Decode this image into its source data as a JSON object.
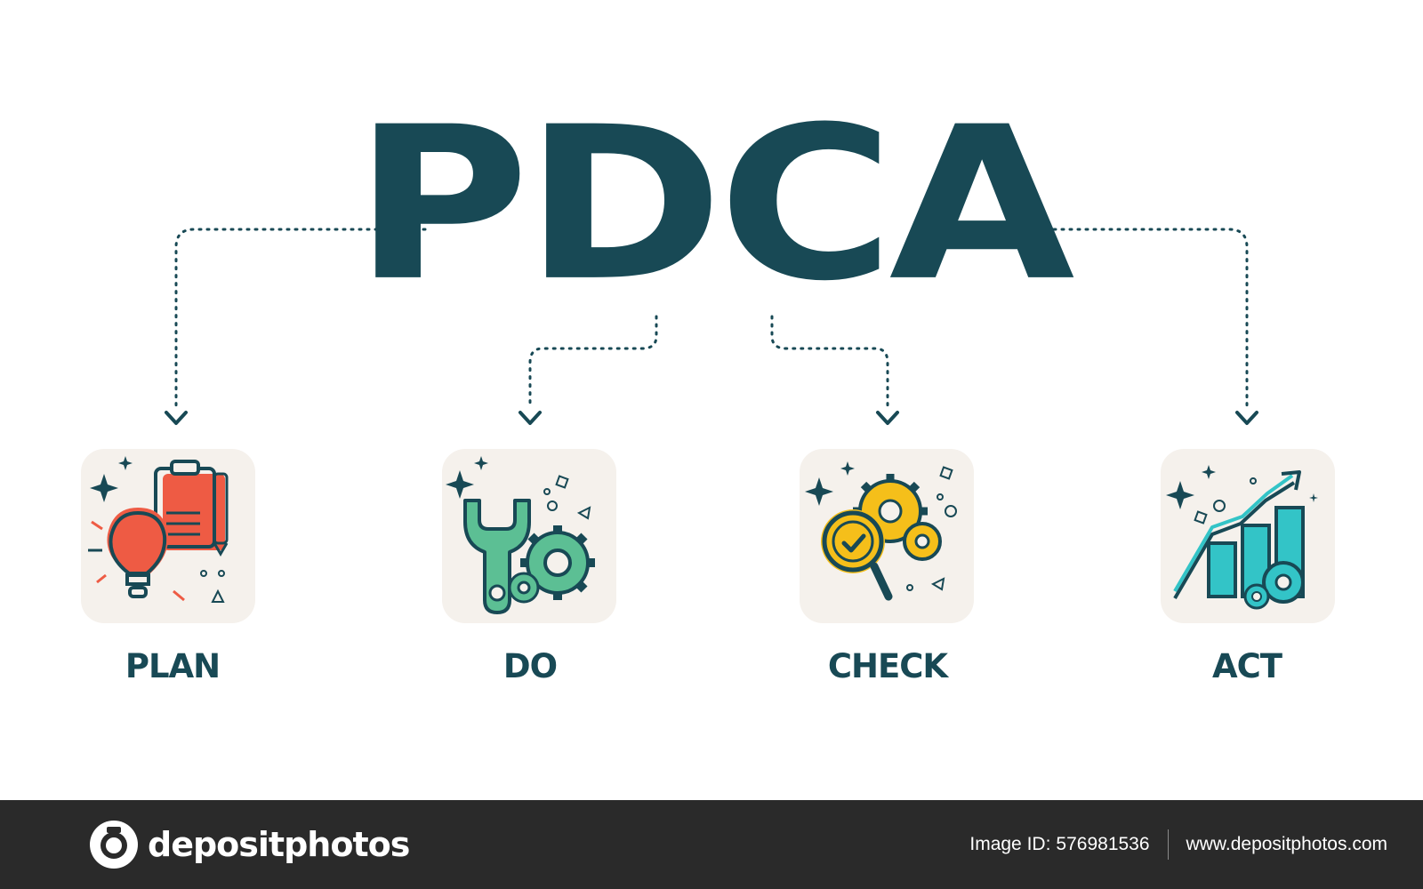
{
  "title": "PDCA",
  "steps": [
    {
      "label": "PLAN",
      "icon": "lightbulb-clipboard-icon",
      "accent": "#ee5b44"
    },
    {
      "label": "DO",
      "icon": "wrench-gear-icon",
      "accent": "#5cbf94"
    },
    {
      "label": "CHECK",
      "icon": "magnifier-gear-icon",
      "accent": "#f5bf1a"
    },
    {
      "label": "ACT",
      "icon": "growth-chart-icon",
      "accent": "#33c4c7"
    }
  ],
  "footer": {
    "brand": "depositphotos",
    "image_id_label": "Image ID:",
    "image_id": "576981536",
    "website": "www.depositphotos.com"
  },
  "colors": {
    "primary": "#184955",
    "card_bg": "#f5f1ec",
    "footer_bg": "#2a2a2a"
  }
}
